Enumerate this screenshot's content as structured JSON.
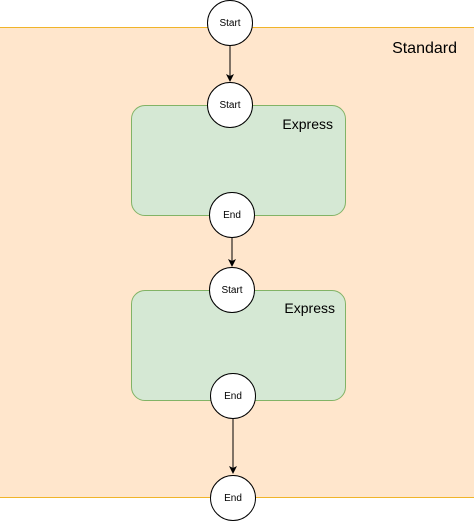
{
  "diagram": {
    "standard": {
      "label": "Standard"
    },
    "express_1": {
      "label": "Express"
    },
    "express_2": {
      "label": "Express"
    },
    "nodes": {
      "start_top": "Start",
      "start_express_1": "Start",
      "end_express_1": "End",
      "start_express_2": "Start",
      "end_express_2": "End",
      "end_bottom": "End"
    }
  },
  "colors": {
    "standard_fill": "#ffe6cc",
    "standard_border": "#f0b429",
    "express_fill": "#d5e8d4",
    "express_border": "#82b366"
  }
}
